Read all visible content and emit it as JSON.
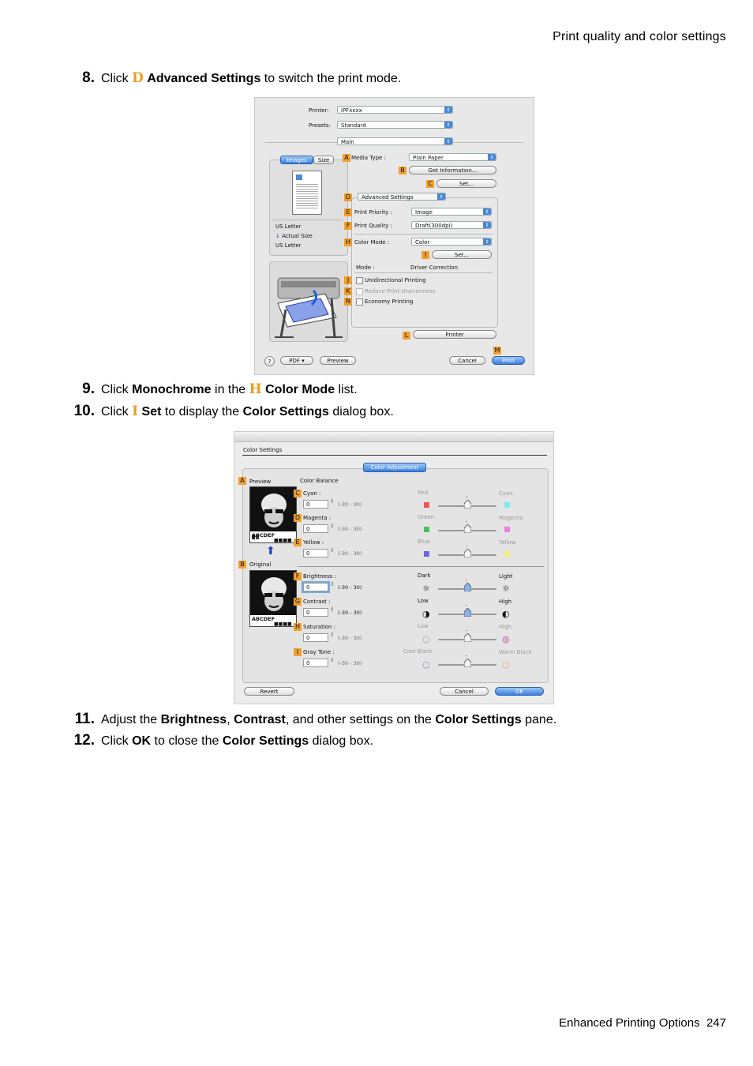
{
  "header": {
    "section_title": "Print quality and color settings"
  },
  "footer": {
    "chapter": "Enhanced Printing Options",
    "page_number": "247"
  },
  "steps": [
    {
      "number": "8.",
      "pre": "Click ",
      "callout": "D",
      "bold": "Advanced Settings",
      "post": " to switch the print mode."
    },
    {
      "number": "9.",
      "pre": "Click ",
      "bold1": "Monochrome",
      "mid": " in the ",
      "callout": "H",
      "bold2": "Color Mode",
      "post": " list."
    },
    {
      "number": "10.",
      "pre": "Click ",
      "callout": "I",
      "bold1": "Set",
      "mid": " to display the ",
      "bold2": "Color Settings",
      "post": " dialog box."
    },
    {
      "number": "11.",
      "pre": "Adjust the ",
      "bold1": "Brightness",
      "sep1": ", ",
      "bold2": "Contrast",
      "mid": ", and other settings on the ",
      "bold3": "Color Settings",
      "post": " pane."
    },
    {
      "number": "12.",
      "pre": "Click ",
      "bold1": "OK",
      "mid": " to close the ",
      "bold2": "Color Settings",
      "post": " dialog box."
    }
  ],
  "print_dialog": {
    "printer_label": "Printer:",
    "printer_value": "iPFxxxx",
    "presets_label": "Presets:",
    "presets_value": "Standard",
    "panel_value": "Main",
    "tab_images": "Images",
    "tab_size": "Size",
    "media_type_label": "Media Type :",
    "media_type_value": "Plain Paper",
    "get_info_button": "Get Information...",
    "set_button_c": "Set...",
    "advanced_settings": "Advanced Settings",
    "print_priority_label": "Print Priority :",
    "print_priority_value": "Image",
    "print_quality_label": "Print Quality :",
    "print_quality_value": "Draft(300dpi)",
    "color_mode_label": "Color Mode :",
    "color_mode_value": "Color",
    "set_button_i": "Set...",
    "mode_label": "Mode :",
    "mode_value": "Driver Correction",
    "unidirectional": "Unidirectional Printing",
    "reduce_unevenness": "Reduce Print Unevenness",
    "economy": "Economy Printing",
    "paper_us_letter": "US Letter",
    "actual_size": "Actual Size",
    "paper_us_letter2": "US Letter",
    "printer_button": "Printer",
    "help_button": "?",
    "pdf_button": "PDF ▾",
    "preview_button": "Preview",
    "cancel_button": "Cancel",
    "print_button": "Print",
    "callouts": [
      "A",
      "B",
      "C",
      "D",
      "E",
      "F",
      "H",
      "I",
      "J",
      "K",
      "N",
      "L",
      "M"
    ]
  },
  "color_dialog": {
    "title": "Color Settings",
    "tab": "Color Adjustment",
    "preview_label": "Preview",
    "original_label": "Original",
    "color_balance_label": "Color Balance",
    "photo_caption": "ABCDEF",
    "cyan_label": "Cyan :",
    "cyan_value": "0",
    "magenta_label": "Magenta :",
    "magenta_value": "0",
    "yellow_label": "Yellow :",
    "yellow_value": "0",
    "brightness_label": "Brightness :",
    "brightness_value": "0",
    "contrast_label": "Contrast :",
    "contrast_value": "0",
    "saturation_label": "Saturation :",
    "saturation_value": "0",
    "graytone_label": "Gray Tone :",
    "graytone_value": "0",
    "range": "(−30 – 30)",
    "range_plain": "(-30 - 30)",
    "left_labels": [
      "Red",
      "Green",
      "Blue",
      "Dark",
      "Low",
      "Low",
      "Cool Black"
    ],
    "right_labels": [
      "Cyan",
      "Magenta",
      "Yellow",
      "Light",
      "High",
      "High",
      "Warm Black"
    ],
    "revert_button": "Revert",
    "cancel_button": "Cancel",
    "ok_button": "OK",
    "callouts": [
      "A",
      "B",
      "C",
      "D",
      "E",
      "F",
      "G",
      "H",
      "I"
    ],
    "colors": {
      "red": "#e85a5a",
      "green": "#4ac060",
      "blue": "#6a6ae0",
      "cyan": "#7ee8ee",
      "magenta": "#ee7ee8",
      "yellow": "#f4f07a"
    }
  }
}
